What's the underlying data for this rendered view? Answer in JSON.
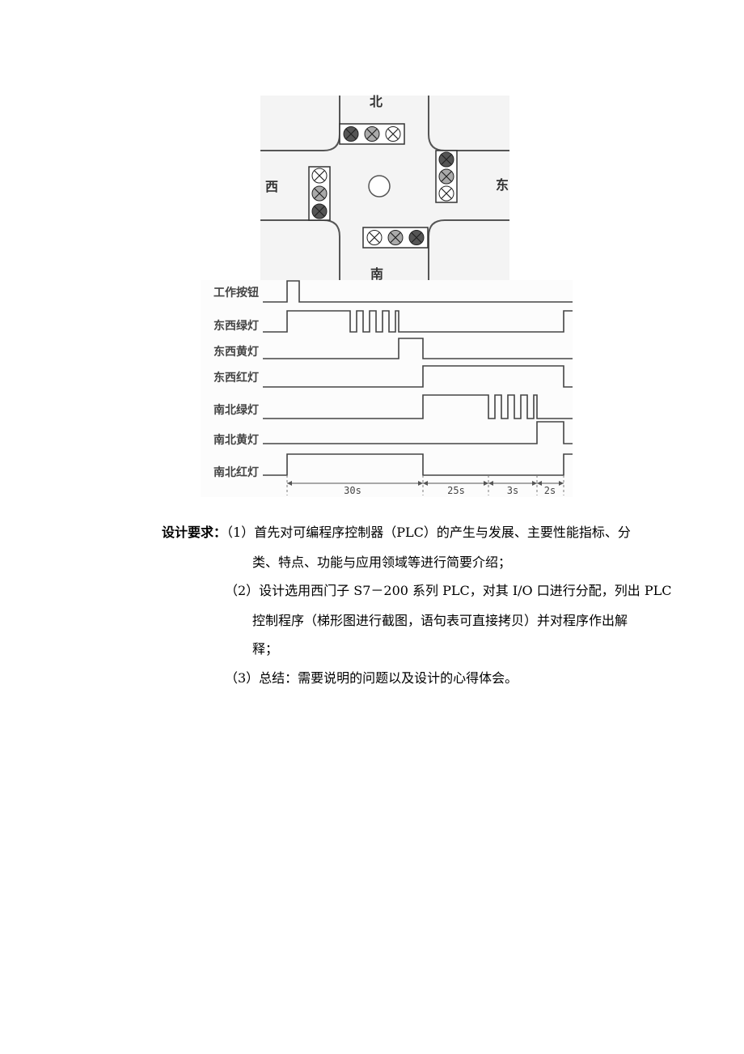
{
  "intersection": {
    "north": "北",
    "south": "南",
    "east": "东",
    "west": "西"
  },
  "timing": {
    "signals": [
      "工作按钮",
      "东西绿灯",
      "东西黄灯",
      "东西红灯",
      "南北绿灯",
      "南北黄灯",
      "南北红灯"
    ],
    "durations": [
      "30s",
      "25s",
      "3s",
      "2s"
    ]
  },
  "requirements": {
    "heading": "设计要求：",
    "item1_line1": "（1）首先对可编程序控制器（PLC）的产生与发展、主要性能指标、分",
    "item1_line2": "类、特点、功能与应用领域等进行简要介绍；",
    "item2_line1": "（2）设计选用西门子 S7－200  系列 PLC，对其 I/O 口进行分配，列出 PLC",
    "item2_line2": "控制程序（梯形图进行截图，语句表可直接拷贝）并对程序作出解",
    "item2_line3": "释；",
    "item3_line1": "（3）总结：需要说明的问题以及设计的心得体会。"
  }
}
